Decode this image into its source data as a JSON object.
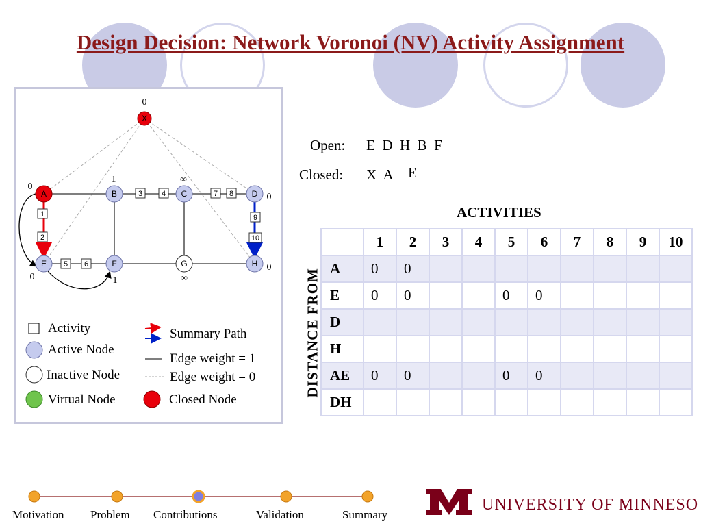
{
  "title": "Design Decision: Network Voronoi (NV) Activity Assignment",
  "graph": {
    "nodes": [
      {
        "id": "X",
        "label": "X",
        "state": "closed",
        "distance": "0"
      },
      {
        "id": "A",
        "label": "A",
        "state": "closed",
        "distance": "0"
      },
      {
        "id": "B",
        "label": "B",
        "state": "active",
        "distance": "1"
      },
      {
        "id": "C",
        "label": "C",
        "state": "active",
        "distance": "∞"
      },
      {
        "id": "D",
        "label": "D",
        "state": "active",
        "distance": "0"
      },
      {
        "id": "E",
        "label": "E",
        "state": "active",
        "distance": "0"
      },
      {
        "id": "F",
        "label": "F",
        "state": "active",
        "distance": "1"
      },
      {
        "id": "G",
        "label": "G",
        "state": "inactive",
        "distance": "∞"
      },
      {
        "id": "H",
        "label": "H",
        "state": "active",
        "distance": "0"
      }
    ],
    "activities": [
      "1",
      "2",
      "3",
      "4",
      "5",
      "6",
      "7",
      "8",
      "9",
      "10"
    ],
    "colors": {
      "closed": "#e8000b",
      "active": "#c5cbee",
      "inactive": "#ffffff",
      "virtual": "#6fc44c",
      "summary_red": "#e8000b",
      "summary_blue": "#0020c8"
    }
  },
  "legend": {
    "activity": "Activity",
    "active_node": "Active Node",
    "inactive_node": "Inactive Node",
    "virtual_node": "Virtual Node",
    "summary_path": "Summary Path",
    "edge_weight_1": "Edge weight = 1",
    "edge_weight_0": "Edge weight = 0",
    "closed_node": "Closed Node"
  },
  "open": {
    "label": "Open:",
    "items": "E  D  H  B  F"
  },
  "closed": {
    "label": "Closed:",
    "items": "X  A",
    "extra": "E"
  },
  "activities_title": "ACTIVITIES",
  "distance_label": "DISTANCE  FROM",
  "table": {
    "columns": [
      "1",
      "2",
      "3",
      "4",
      "5",
      "6",
      "7",
      "8",
      "9",
      "10"
    ],
    "rows": [
      {
        "label": "A",
        "cells": [
          "0",
          "0",
          "",
          "",
          "",
          "",
          "",
          "",
          "",
          ""
        ]
      },
      {
        "label": "E",
        "cells": [
          "0",
          "0",
          "",
          "",
          "0",
          "0",
          "",
          "",
          "",
          ""
        ]
      },
      {
        "label": "D",
        "cells": [
          "",
          "",
          "",
          "",
          "",
          "",
          "",
          "",
          "",
          ""
        ]
      },
      {
        "label": "H",
        "cells": [
          "",
          "",
          "",
          "",
          "",
          "",
          "",
          "",
          "",
          ""
        ]
      },
      {
        "label": "AE",
        "cells": [
          "0",
          "0",
          "",
          "",
          "0",
          "0",
          "",
          "",
          "",
          ""
        ]
      },
      {
        "label": "DH",
        "cells": [
          "",
          "",
          "",
          "",
          "",
          "",
          "",
          "",
          "",
          ""
        ]
      }
    ]
  },
  "nav": {
    "items": [
      "Motivation",
      "Problem",
      "Contributions",
      "Validation",
      "Summary"
    ],
    "current": "Contributions"
  },
  "logo": {
    "text": "University of Minnesota",
    "color": "#7a0019"
  }
}
